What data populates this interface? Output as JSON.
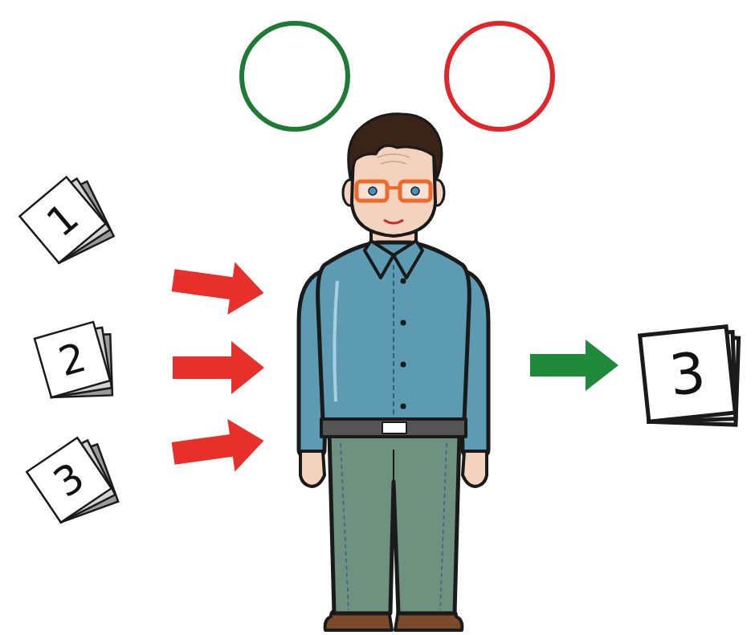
{
  "diagram": {
    "nodes": [
      {
        "text": [
          "1"
        ]
      },
      {
        "text": [
          "2"
        ]
      },
      {
        "text": [
          "3"
        ]
      },
      {
        "text": [
          "3"
        ]
      }
    ]
  }
}
